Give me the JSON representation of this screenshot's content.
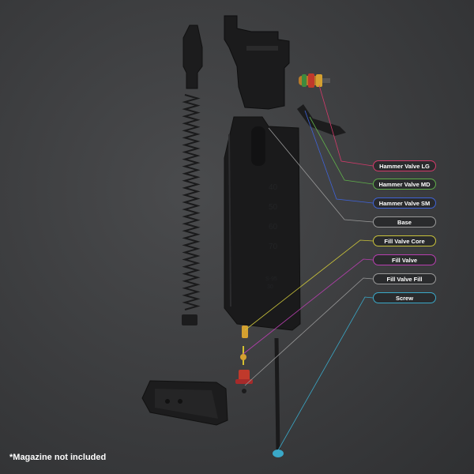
{
  "labels": [
    {
      "id": "hammer-valve-lg",
      "text": "Hammer Valve LG",
      "color": "#d33a6a"
    },
    {
      "id": "hammer-valve-md",
      "text": "Hammer Valve MD",
      "color": "#5fae4a"
    },
    {
      "id": "hammer-valve-sm",
      "text": "Hammer Valve SM",
      "color": "#3f63d8"
    },
    {
      "id": "base",
      "text": "Base",
      "color": "#9a9a9a"
    },
    {
      "id": "fill-valve-core",
      "text": "Fill Valve Core",
      "color": "#c9c23a"
    },
    {
      "id": "fill-valve",
      "text": "Fill Valve",
      "color": "#b83fb0"
    },
    {
      "id": "fill-valve-fill",
      "text": "Fill Valve Fill",
      "color": "#9a9a9a"
    },
    {
      "id": "screw",
      "text": "Screw",
      "color": "#3aa8c8"
    }
  ],
  "magazine_marks": [
    "40",
    "50",
    "60",
    "70",
    "S-95",
    "30"
  ],
  "footnote": "*Magazine not included"
}
